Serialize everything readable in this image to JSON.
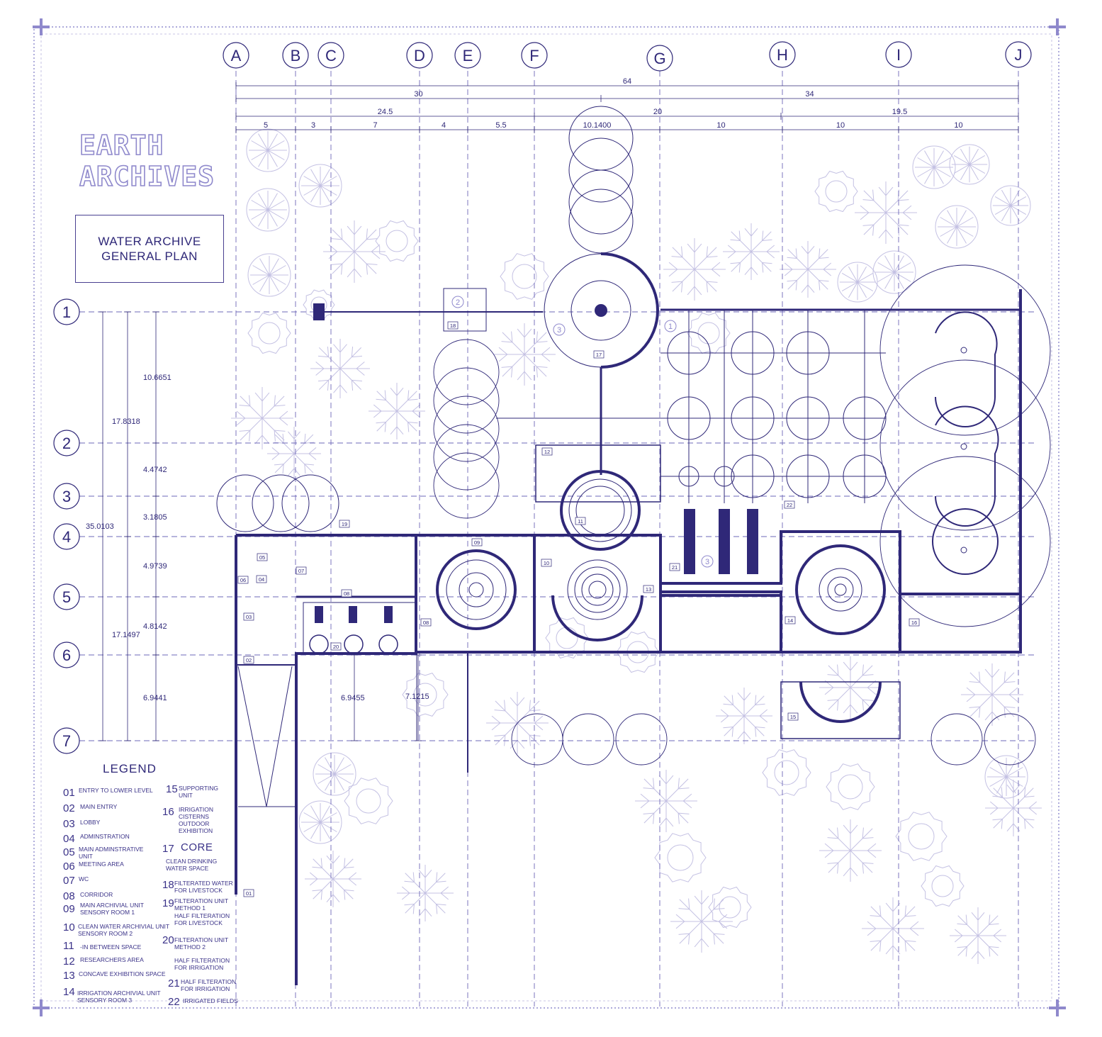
{
  "title": {
    "line1": "EARTH",
    "line2": "ARCHIVES"
  },
  "plan_title": {
    "line1": "WATER ARCHIVE",
    "line2": "GENERAL PLAN"
  },
  "grid_columns": [
    "A",
    "B",
    "C",
    "D",
    "E",
    "F",
    "G",
    "H",
    "I",
    "J"
  ],
  "grid_rows": [
    "1",
    "2",
    "3",
    "4",
    "5",
    "6",
    "7"
  ],
  "horizontal_dimensions": {
    "total": "64",
    "level2": [
      "30",
      "34"
    ],
    "level3": [
      "24.5",
      "20",
      "19.5"
    ],
    "level4": [
      "5",
      "3",
      "7",
      "4",
      "5.5",
      "10.1400",
      "10",
      "10",
      "10"
    ]
  },
  "vertical_dimensions": {
    "overall": "35.0103",
    "mid": [
      "17.8318",
      "17.1497"
    ],
    "segments": [
      "10.6651",
      "4.4742",
      "3.1805",
      "4.9739",
      "4.8142",
      "6.9441"
    ],
    "extra": [
      "6.9455",
      "7.1215"
    ]
  },
  "room_tags": [
    "01",
    "02",
    "03",
    "04",
    "05",
    "06",
    "07",
    "08",
    "08",
    "09",
    "10",
    "11",
    "12",
    "13",
    "14",
    "15",
    "16",
    "17",
    "18",
    "19",
    "20",
    "21",
    "22"
  ],
  "zone_markers": [
    "1",
    "2",
    "3",
    "3"
  ],
  "legend": {
    "title": "LEGEND",
    "items": [
      {
        "num": "01",
        "text": "ENTRY TO LOWER LEVEL"
      },
      {
        "num": "02",
        "text": "MAIN ENTRY"
      },
      {
        "num": "03",
        "text": "LOBBY"
      },
      {
        "num": "04",
        "text": "ADMINSTRATION"
      },
      {
        "num": "05",
        "text": "MAIN ADMINSTRATIVE\nUNIT"
      },
      {
        "num": "06",
        "text": "MEETING AREA"
      },
      {
        "num": "07",
        "text": "WC"
      },
      {
        "num": "08",
        "text": "CORRIDOR"
      },
      {
        "num": "09",
        "text": "MAIN ARCHIVIAL UNIT\nSENSORY ROOM 1"
      },
      {
        "num": "10",
        "text": "CLEAN WATER ARCHIVIAL UNIT\nSENSORY ROOM 2"
      },
      {
        "num": "11",
        "text": "-IN BETWEEN SPACE"
      },
      {
        "num": "12",
        "text": "RESEARCHERS AREA"
      },
      {
        "num": "13",
        "text": "CONCAVE EXHIBITION SPACE"
      },
      {
        "num": "14",
        "text": "IRRIGATION ARCHIVIAL UNIT\nSENSORY ROOM 3"
      },
      {
        "num": "15",
        "text": "SUPPORTING\nUNIT"
      },
      {
        "num": "16",
        "text": "IRRIGATION\nCISTERNS\nOUTDOOR\nEXHIBITION"
      },
      {
        "num": "17",
        "text": "CORE"
      },
      {
        "num": "17b",
        "text": "CLEAN DRINKING\nWATER SPACE"
      },
      {
        "num": "18",
        "text": "FILTERATED WATER\nFOR LIVESTOCK"
      },
      {
        "num": "19",
        "text": "FILTERATION UNIT\nMETHOD 1"
      },
      {
        "num": "19b",
        "text": "HALF FILTERATION\nFOR LIVESTOCK"
      },
      {
        "num": "20",
        "text": "FILTERATION UNIT\nMETHOD 2"
      },
      {
        "num": "20b",
        "text": "HALF FILTERATION\nFOR IRRIGATION"
      },
      {
        "num": "21",
        "text": "HALF FILTERATION\nFOR IRRIGATION"
      },
      {
        "num": "22",
        "text": "IRRIGATED FIELDS"
      }
    ]
  },
  "colors": {
    "line": "#2f2878",
    "light": "#b6b2dc",
    "tree": "#c4c1e3",
    "accent": "#8f89cc",
    "frame": "#7c77c4"
  }
}
